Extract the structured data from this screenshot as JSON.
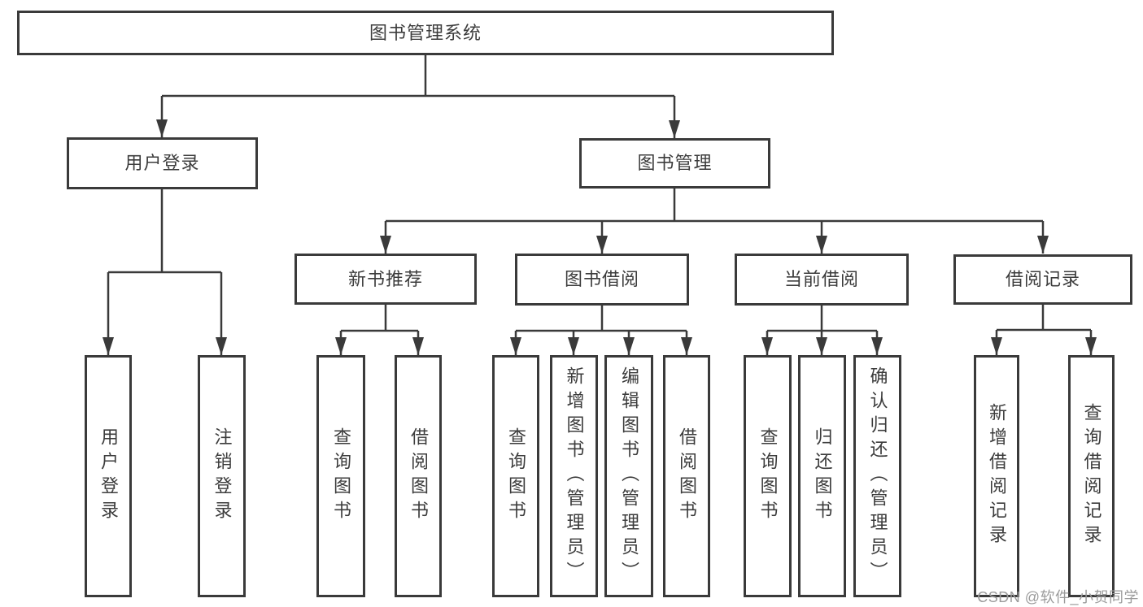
{
  "nodes": {
    "root": "图书管理系统",
    "user_login": "用户登录",
    "book_mgmt": "图书管理",
    "new_book_rec": "新书推荐",
    "book_borrow": "图书借阅",
    "current_borrow": "当前借阅",
    "borrow_records": "借阅记录",
    "leaf_user_login": "用户登录",
    "leaf_logout": "注销登录",
    "leaf_nb_query": "查询图书",
    "leaf_nb_borrow": "借阅图书",
    "leaf_bb_query": "查询图书",
    "leaf_bb_add": "新增图书（管理员）",
    "leaf_bb_edit": "编辑图书（管理员）",
    "leaf_bb_borrow": "借阅图书",
    "leaf_cb_query": "查询图书",
    "leaf_cb_return": "归还图书",
    "leaf_cb_confirm": "确认归还（管理员）",
    "leaf_br_add": "新增借阅记录",
    "leaf_br_query": "查询借阅记录"
  },
  "colors": {
    "line": "#3a3a3a",
    "text": "#3c3c3c",
    "watermark": "#9b9b9b",
    "background": "#ffffff"
  },
  "watermark": "CSDN @软件_小贺同学"
}
